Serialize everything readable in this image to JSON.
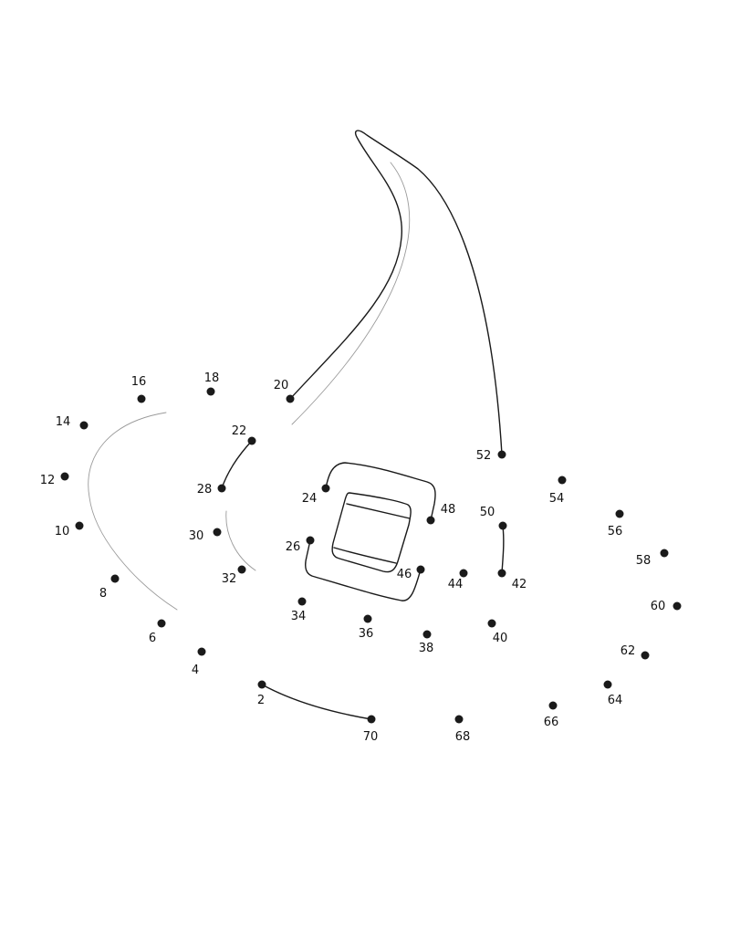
{
  "puzzle": {
    "dots": [
      {
        "label": "2"
      },
      {
        "label": "4"
      },
      {
        "label": "6"
      },
      {
        "label": "8"
      },
      {
        "label": "10"
      },
      {
        "label": "12"
      },
      {
        "label": "14"
      },
      {
        "label": "16"
      },
      {
        "label": "18"
      },
      {
        "label": "20"
      },
      {
        "label": "22"
      },
      {
        "label": "24"
      },
      {
        "label": "26"
      },
      {
        "label": "28"
      },
      {
        "label": "30"
      },
      {
        "label": "32"
      },
      {
        "label": "34"
      },
      {
        "label": "36"
      },
      {
        "label": "38"
      },
      {
        "label": "40"
      },
      {
        "label": "42"
      },
      {
        "label": "44"
      },
      {
        "label": "46"
      },
      {
        "label": "48"
      },
      {
        "label": "50"
      },
      {
        "label": "52"
      },
      {
        "label": "54"
      },
      {
        "label": "56"
      },
      {
        "label": "58"
      },
      {
        "label": "60"
      },
      {
        "label": "62"
      },
      {
        "label": "64"
      },
      {
        "label": "66"
      },
      {
        "label": "68"
      },
      {
        "label": "70"
      }
    ]
  }
}
